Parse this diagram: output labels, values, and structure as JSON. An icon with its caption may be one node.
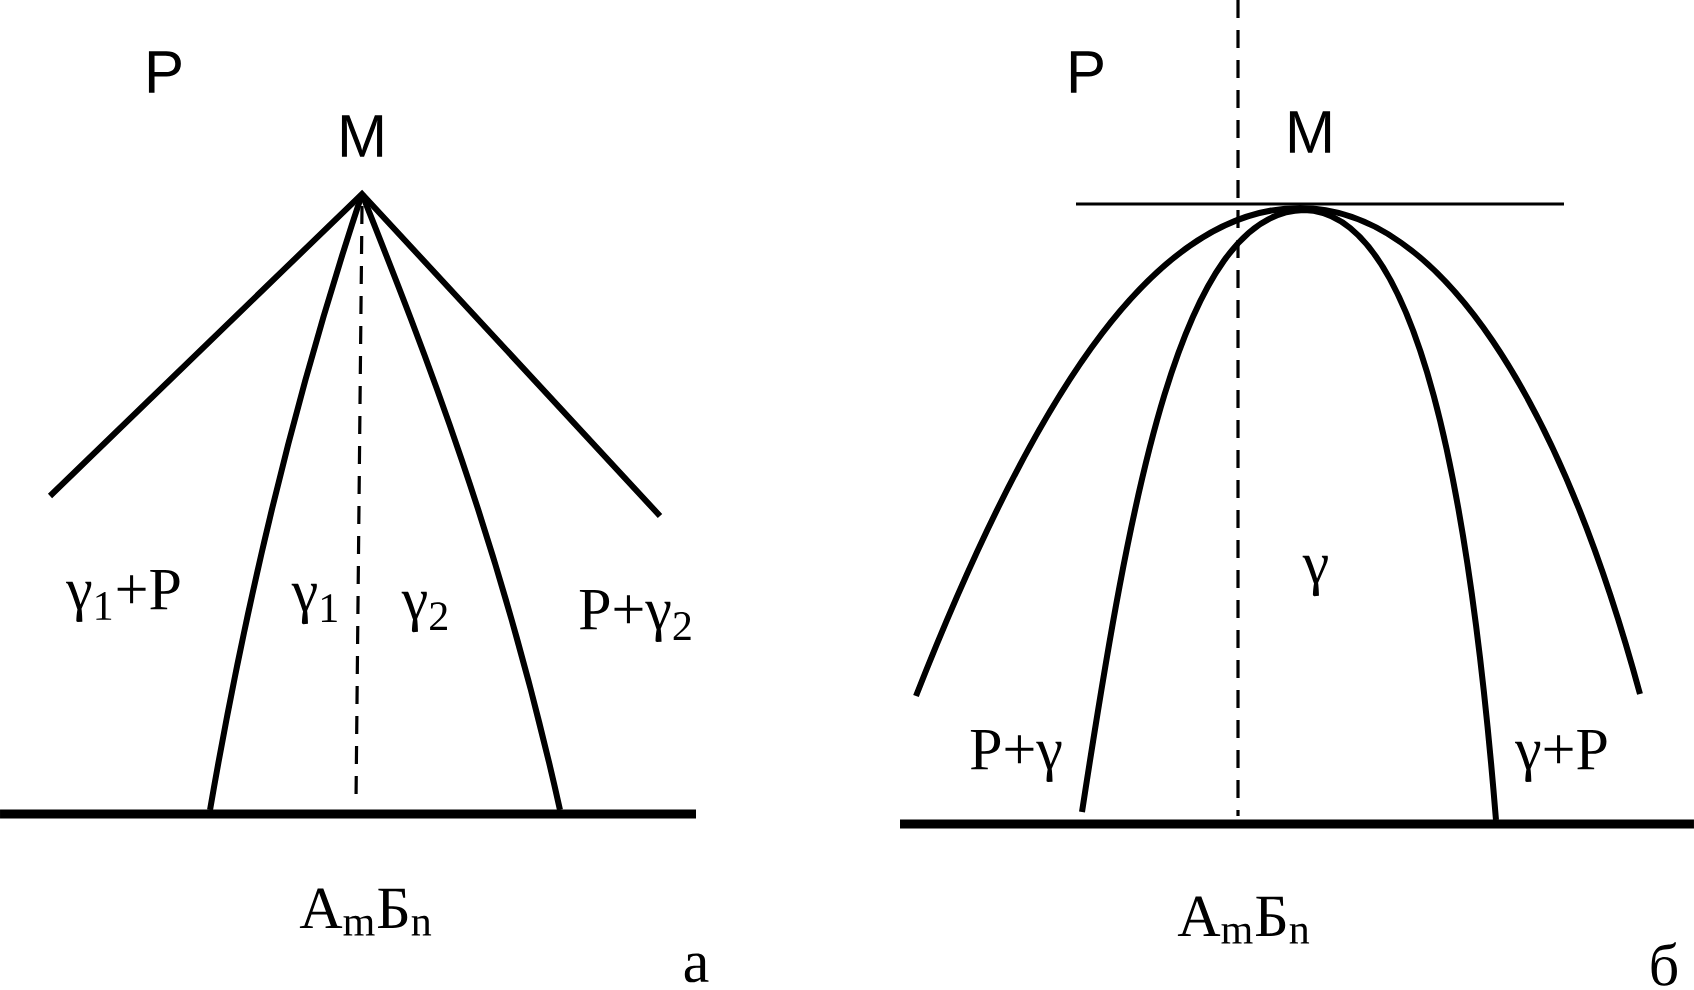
{
  "diagram": {
    "labels": [
      "Р",
      "М",
      "γ$_{1}$+Р",
      "γ$_{1}$",
      "γ$_{2}$",
      "Р+γ$_{2}$",
      "А$_{m}$Б$_{n}$",
      "а",
      "Р",
      "М",
      "γ",
      "Р+γ",
      "γ+Р",
      "А$_{m}$Б$_{n}$",
      "б"
    ]
  }
}
